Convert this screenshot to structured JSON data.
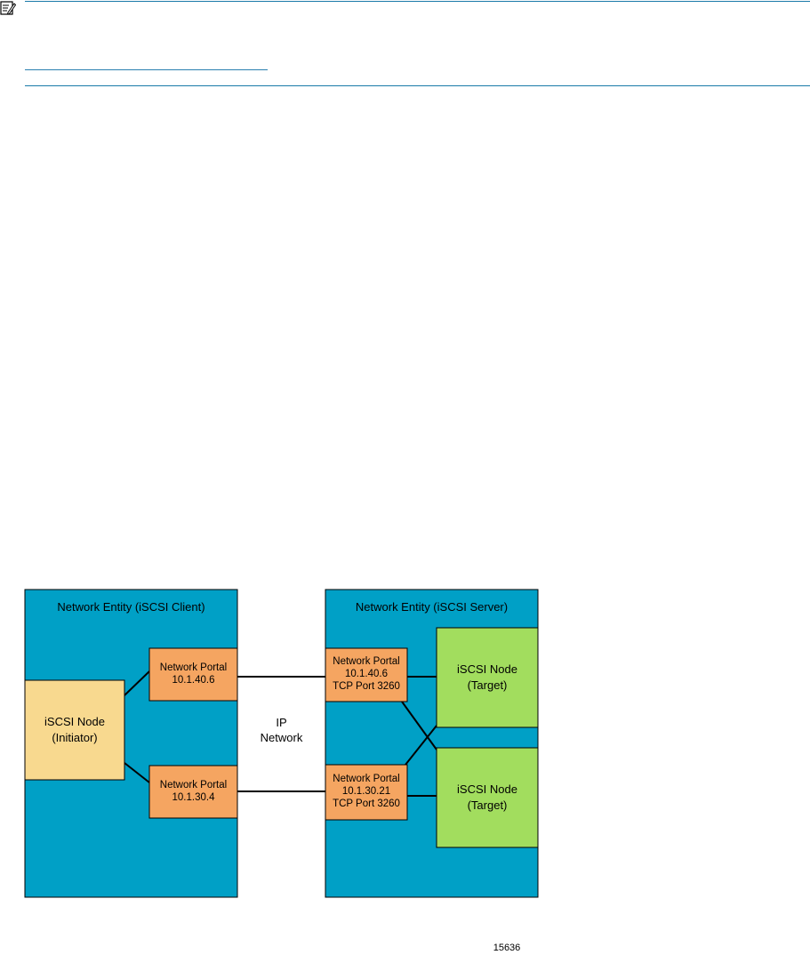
{
  "colors": {
    "entity_fill": "#00a0c6",
    "portal_fill": "#f5a561",
    "initiator_fill": "#f8d98f",
    "target_fill": "#a2dd5e",
    "rule": "#1a7aa8"
  },
  "icons": {
    "note": "note-pencil-icon"
  },
  "diagram": {
    "client": {
      "title": "Network Entity (iSCSI Client)",
      "node": {
        "line1": "iSCSI Node",
        "line2": "(Initiator)"
      },
      "portals": [
        {
          "line1": "Network Portal",
          "line2": "10.1.40.6"
        },
        {
          "line1": "Network Portal",
          "line2": "10.1.30.4"
        }
      ]
    },
    "network": {
      "line1": "IP",
      "line2": "Network"
    },
    "server": {
      "title": "Network Entity (iSCSI Server)",
      "portals": [
        {
          "line1": "Network Portal",
          "line2": "10.1.40.6",
          "line3": "TCP Port 3260"
        },
        {
          "line1": "Network Portal",
          "line2": "10.1.30.21",
          "line3": "TCP Port 3260"
        }
      ],
      "nodes": [
        {
          "line1": "iSCSI Node",
          "line2": "(Target)"
        },
        {
          "line1": "iSCSI Node",
          "line2": "(Target)"
        }
      ]
    },
    "figure_number": "15636"
  }
}
